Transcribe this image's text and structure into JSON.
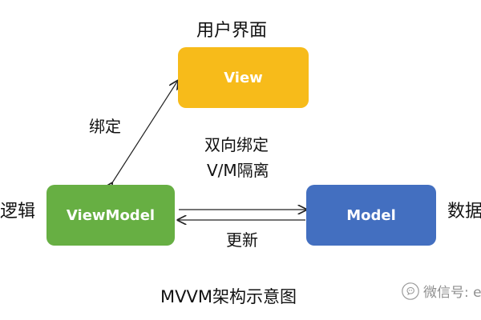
{
  "diagram": {
    "top_label": "用户界面",
    "nodes": {
      "view": {
        "label": "View",
        "color": "#F7BB1A"
      },
      "viewmodel": {
        "label": "ViewModel",
        "color": "#67AF43"
      },
      "model": {
        "label": "Model",
        "color": "#436FC0"
      }
    },
    "edge_labels": {
      "view_viewmodel": "绑定",
      "center_line_1": "双向绑定",
      "center_line_2": "V/M隔离",
      "viewmodel_model": "更新"
    },
    "side_labels": {
      "left": "逻辑",
      "right": "数据"
    },
    "caption": "MVVM架构示意图",
    "watermark": "微信号: e"
  }
}
